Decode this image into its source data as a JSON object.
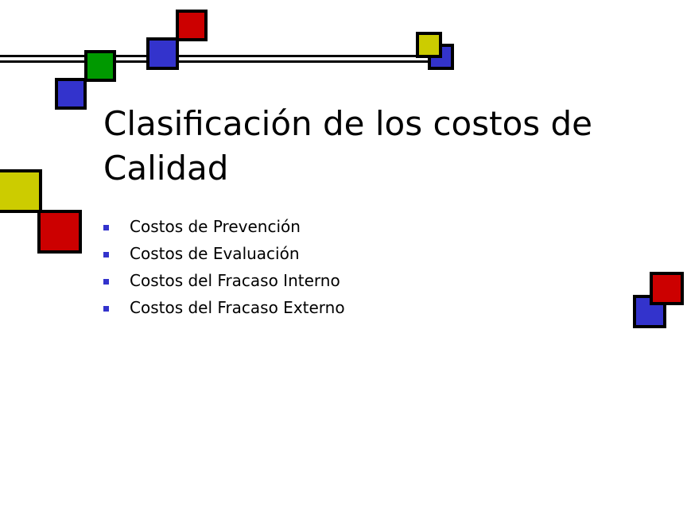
{
  "slide": {
    "title": "Clasificación de los costos de Calidad",
    "bullets": [
      "Costos de Prevención",
      "Costos de Evaluación",
      "Costos del Fracaso Interno",
      "Costos del Fracaso Externo"
    ]
  },
  "decor": {
    "colors": {
      "blue": "#3333cc",
      "red": "#cc0000",
      "green": "#009900",
      "yellow": "#cccc00",
      "outline": "#000000"
    }
  }
}
